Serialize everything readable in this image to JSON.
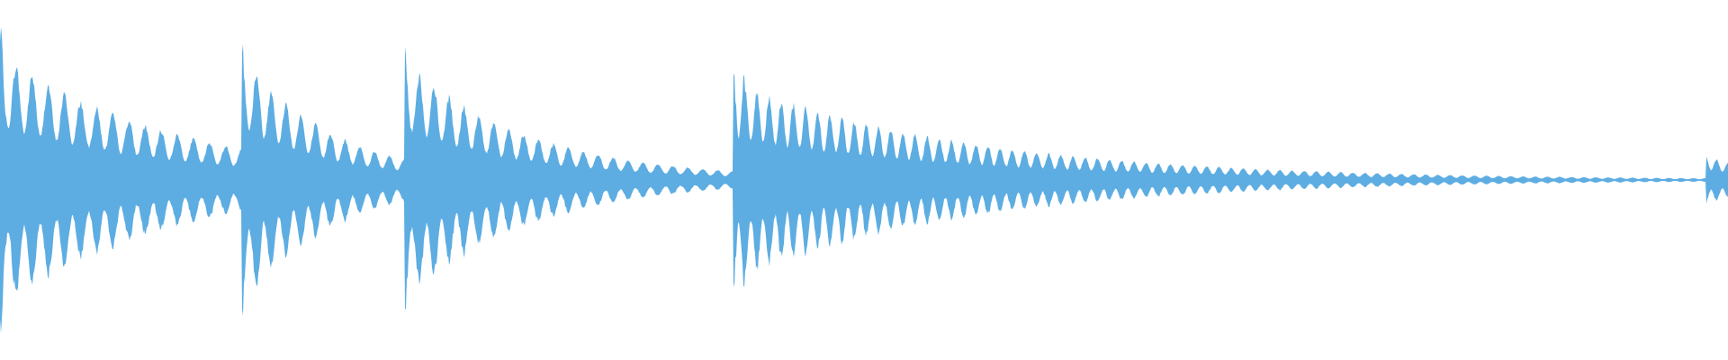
{
  "waveform": {
    "color": "#5dade2",
    "background": "#ffffff",
    "bursts": [
      {
        "start": 0.0,
        "end": 0.14,
        "peak": 0.72,
        "tail": 0.18,
        "osc": 15
      },
      {
        "start": 0.14,
        "end": 0.234,
        "peak": 0.72,
        "tail": 0.12,
        "osc": 11
      },
      {
        "start": 0.234,
        "end": 0.424,
        "peak": 0.68,
        "tail": 0.05,
        "osc": 22
      },
      {
        "start": 0.424,
        "end": 0.987,
        "peak": 0.56,
        "tail": 0.01,
        "osc": 80
      },
      {
        "start": 0.987,
        "end": 1.0,
        "peak": 0.14,
        "tail": 0.1,
        "osc": 2
      }
    ]
  }
}
